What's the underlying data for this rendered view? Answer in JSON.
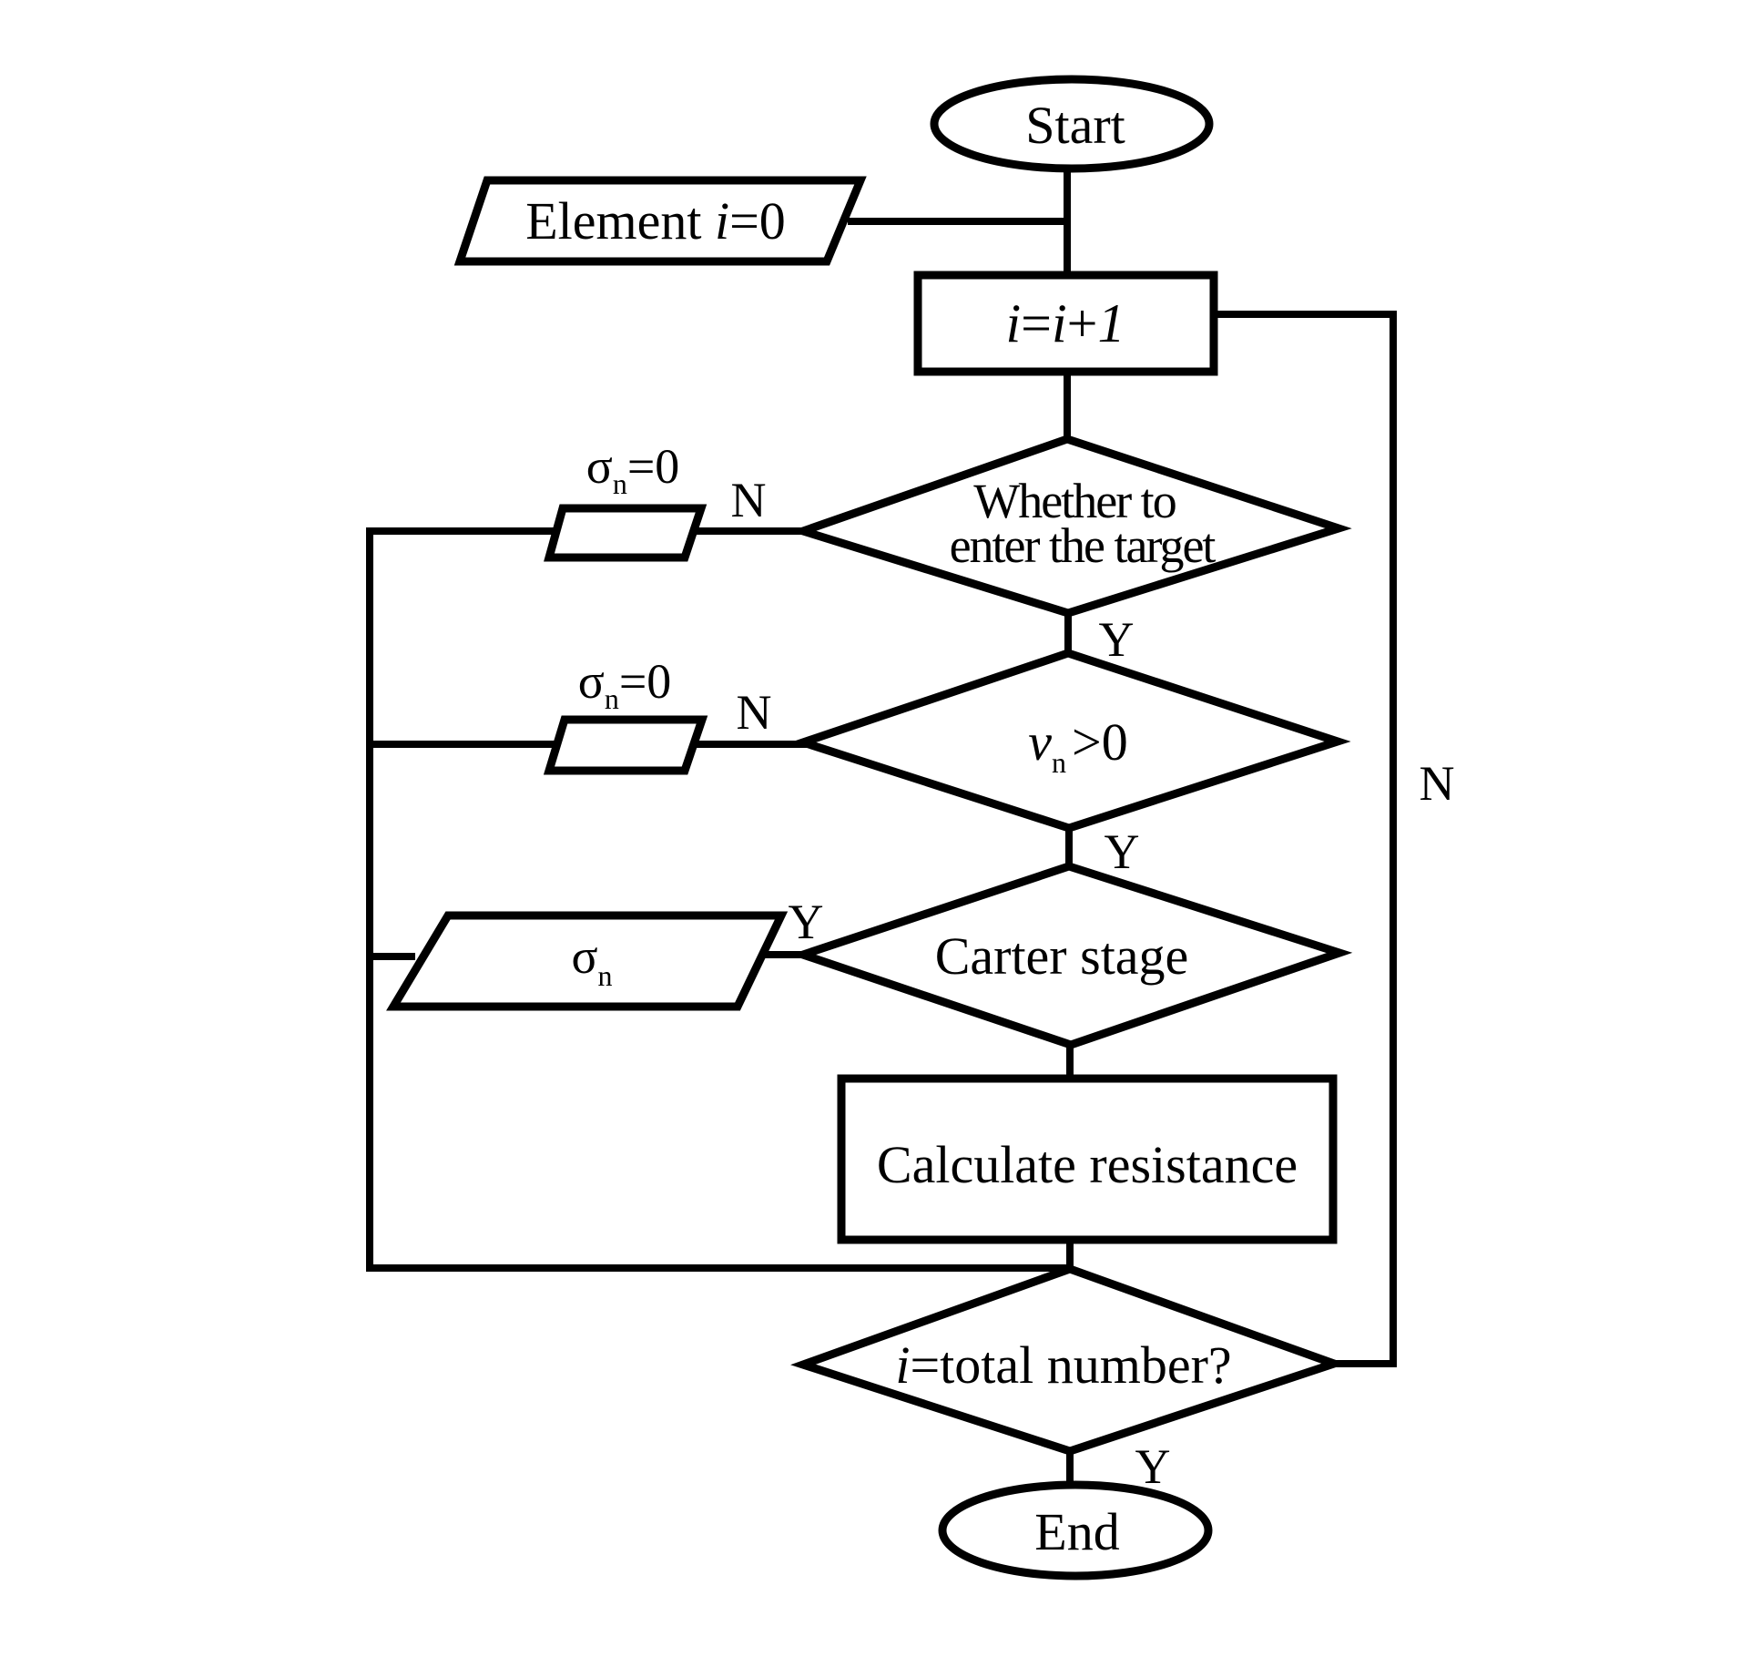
{
  "diagram": {
    "type": "flowchart",
    "colors": {
      "stroke": "#000000",
      "background": "#ffffff",
      "text": "#000000"
    },
    "nodes": {
      "start": {
        "shape": "terminator",
        "label": "Start"
      },
      "init": {
        "shape": "input-output",
        "label_prefix": "Element ",
        "label_var": "i",
        "label_suffix": "=0"
      },
      "increment": {
        "shape": "process",
        "label_var1": "i",
        "label_eq": "=",
        "label_var2": "i",
        "label_plus": "+",
        "label_one": "1"
      },
      "decision_target": {
        "shape": "decision",
        "line1": "Whether to",
        "line2": "enter the target"
      },
      "decision_velocity": {
        "shape": "decision",
        "var": "v",
        "sub": "n",
        "rest": ">0"
      },
      "decision_carter": {
        "shape": "decision",
        "label": "Carter stage"
      },
      "output_sigma_zero_1": {
        "shape": "input-output",
        "label_sym": "σ",
        "label_sub": "n",
        "label_rest": "=0"
      },
      "output_sigma_zero_2": {
        "shape": "input-output",
        "label_sym": "σ",
        "label_sub": "n",
        "label_rest": "=0"
      },
      "output_sigma": {
        "shape": "input-output",
        "label_sym": "σ",
        "label_sub": "n"
      },
      "calculate": {
        "shape": "process",
        "label": "Calculate resistance"
      },
      "decision_total": {
        "shape": "decision",
        "label_var": "i",
        "label_rest": "=total number?"
      },
      "end": {
        "shape": "terminator",
        "label": "End"
      }
    },
    "edge_labels": {
      "target_no": "N",
      "target_yes": "Y",
      "velocity_no": "N",
      "velocity_yes": "Y",
      "carter_yes": "Y",
      "total_no": "N",
      "total_yes": "Y"
    },
    "edges": [
      {
        "from": "start",
        "to": "increment"
      },
      {
        "from": "init",
        "to": "increment"
      },
      {
        "from": "increment",
        "to": "decision_target"
      },
      {
        "from": "decision_target",
        "to": "output_sigma_zero_1",
        "label": "N"
      },
      {
        "from": "decision_target",
        "to": "decision_velocity",
        "label": "Y"
      },
      {
        "from": "decision_velocity",
        "to": "output_sigma_zero_2",
        "label": "N"
      },
      {
        "from": "decision_velocity",
        "to": "decision_carter",
        "label": "Y"
      },
      {
        "from": "decision_carter",
        "to": "output_sigma",
        "label": "Y"
      },
      {
        "from": "decision_carter",
        "to": "calculate"
      },
      {
        "from": "output_sigma_zero_1",
        "to": "decision_total"
      },
      {
        "from": "output_sigma_zero_2",
        "to": "decision_total"
      },
      {
        "from": "output_sigma",
        "to": "decision_total"
      },
      {
        "from": "calculate",
        "to": "decision_total"
      },
      {
        "from": "decision_total",
        "to": "increment",
        "label": "N"
      },
      {
        "from": "decision_total",
        "to": "end",
        "label": "Y"
      }
    ]
  }
}
